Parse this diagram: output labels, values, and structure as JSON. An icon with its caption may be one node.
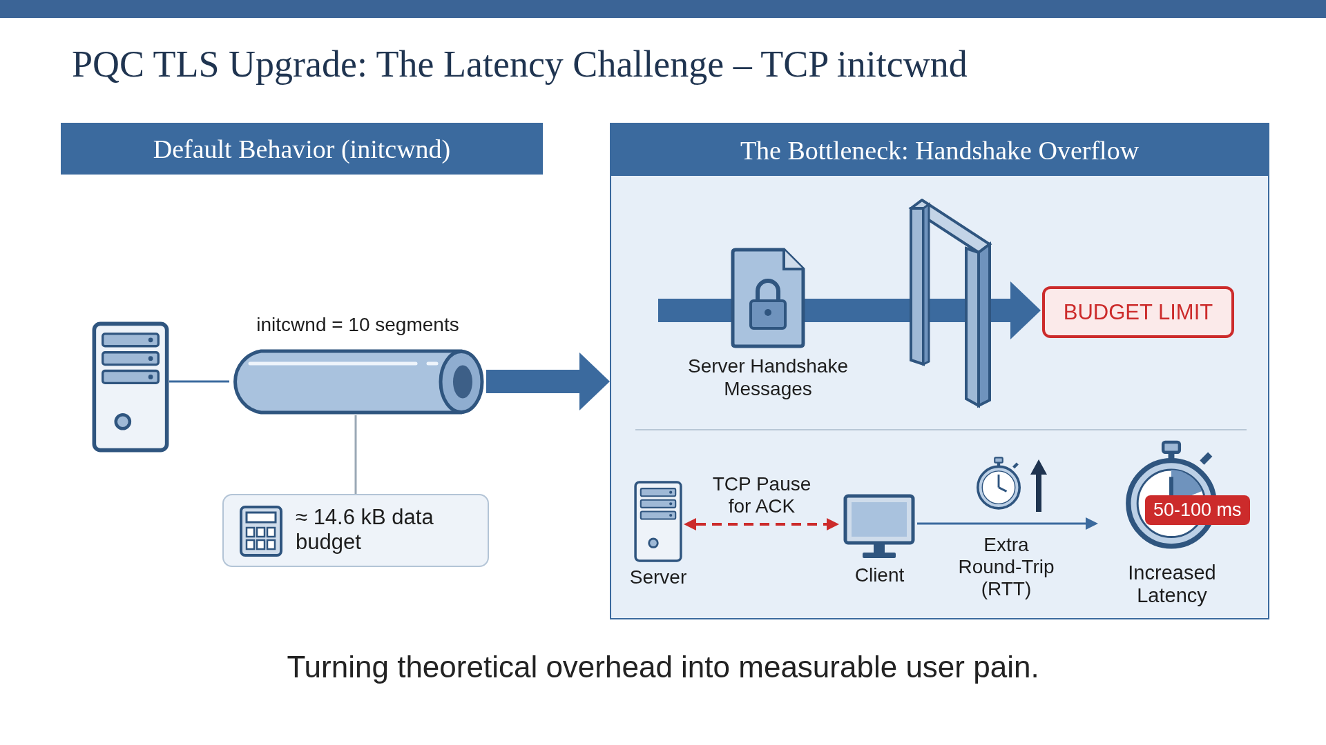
{
  "diagram": {
    "title": "PQC TLS Upgrade: The Latency Challenge – TCP initcwnd",
    "caption": "Turning theoretical overhead into measurable user pain.",
    "nodes": [
      {
        "text": [
          "Default Behavior (initcwnd)"
        ]
      },
      {
        "text": [],
        "shape": "picture"
      },
      {
        "text": [
          "initcwnd = 10 segments"
        ]
      },
      {
        "text": [
          "≈ 14.6 kB data budget"
        ]
      },
      {
        "text": [
          "The Bottleneck: Handshake Overflow"
        ]
      },
      {
        "text": [
          "Server Handshake Messages"
        ],
        "in": 4
      },
      {
        "text": [],
        "shape": "picture",
        "in": 4
      },
      {
        "text": [
          "BUDGET LIMIT"
        ],
        "in": 4
      },
      {
        "text": [
          "Server"
        ],
        "in": 4
      },
      {
        "text": [
          "Client"
        ],
        "in": 4
      },
      {
        "text": [
          "50-100 ms",
          "Increased Latency"
        ],
        "in": 4
      },
      {
        "text": [],
        "shape": "bar"
      }
    ],
    "edges": [
      {
        "from": 1,
        "to": 2,
        "arrow": "none"
      },
      {
        "from": 2,
        "to": 3,
        "arrow": "none",
        "color": "#9aa8b5"
      },
      {
        "from": 2,
        "to": 4,
        "arrow": "to",
        "style": "thick"
      },
      {
        "from": null,
        "to": 7,
        "arrow": "to",
        "style": "thick"
      },
      {
        "from": 8,
        "to": 9,
        "arrow": "both",
        "style": "dashed",
        "color": "#cc2b2b",
        "label": "TCP Pause for ACK"
      },
      {
        "from": 9,
        "to": 10,
        "arrow": "to",
        "label": "Extra Round-Trip (RTT)"
      }
    ]
  }
}
